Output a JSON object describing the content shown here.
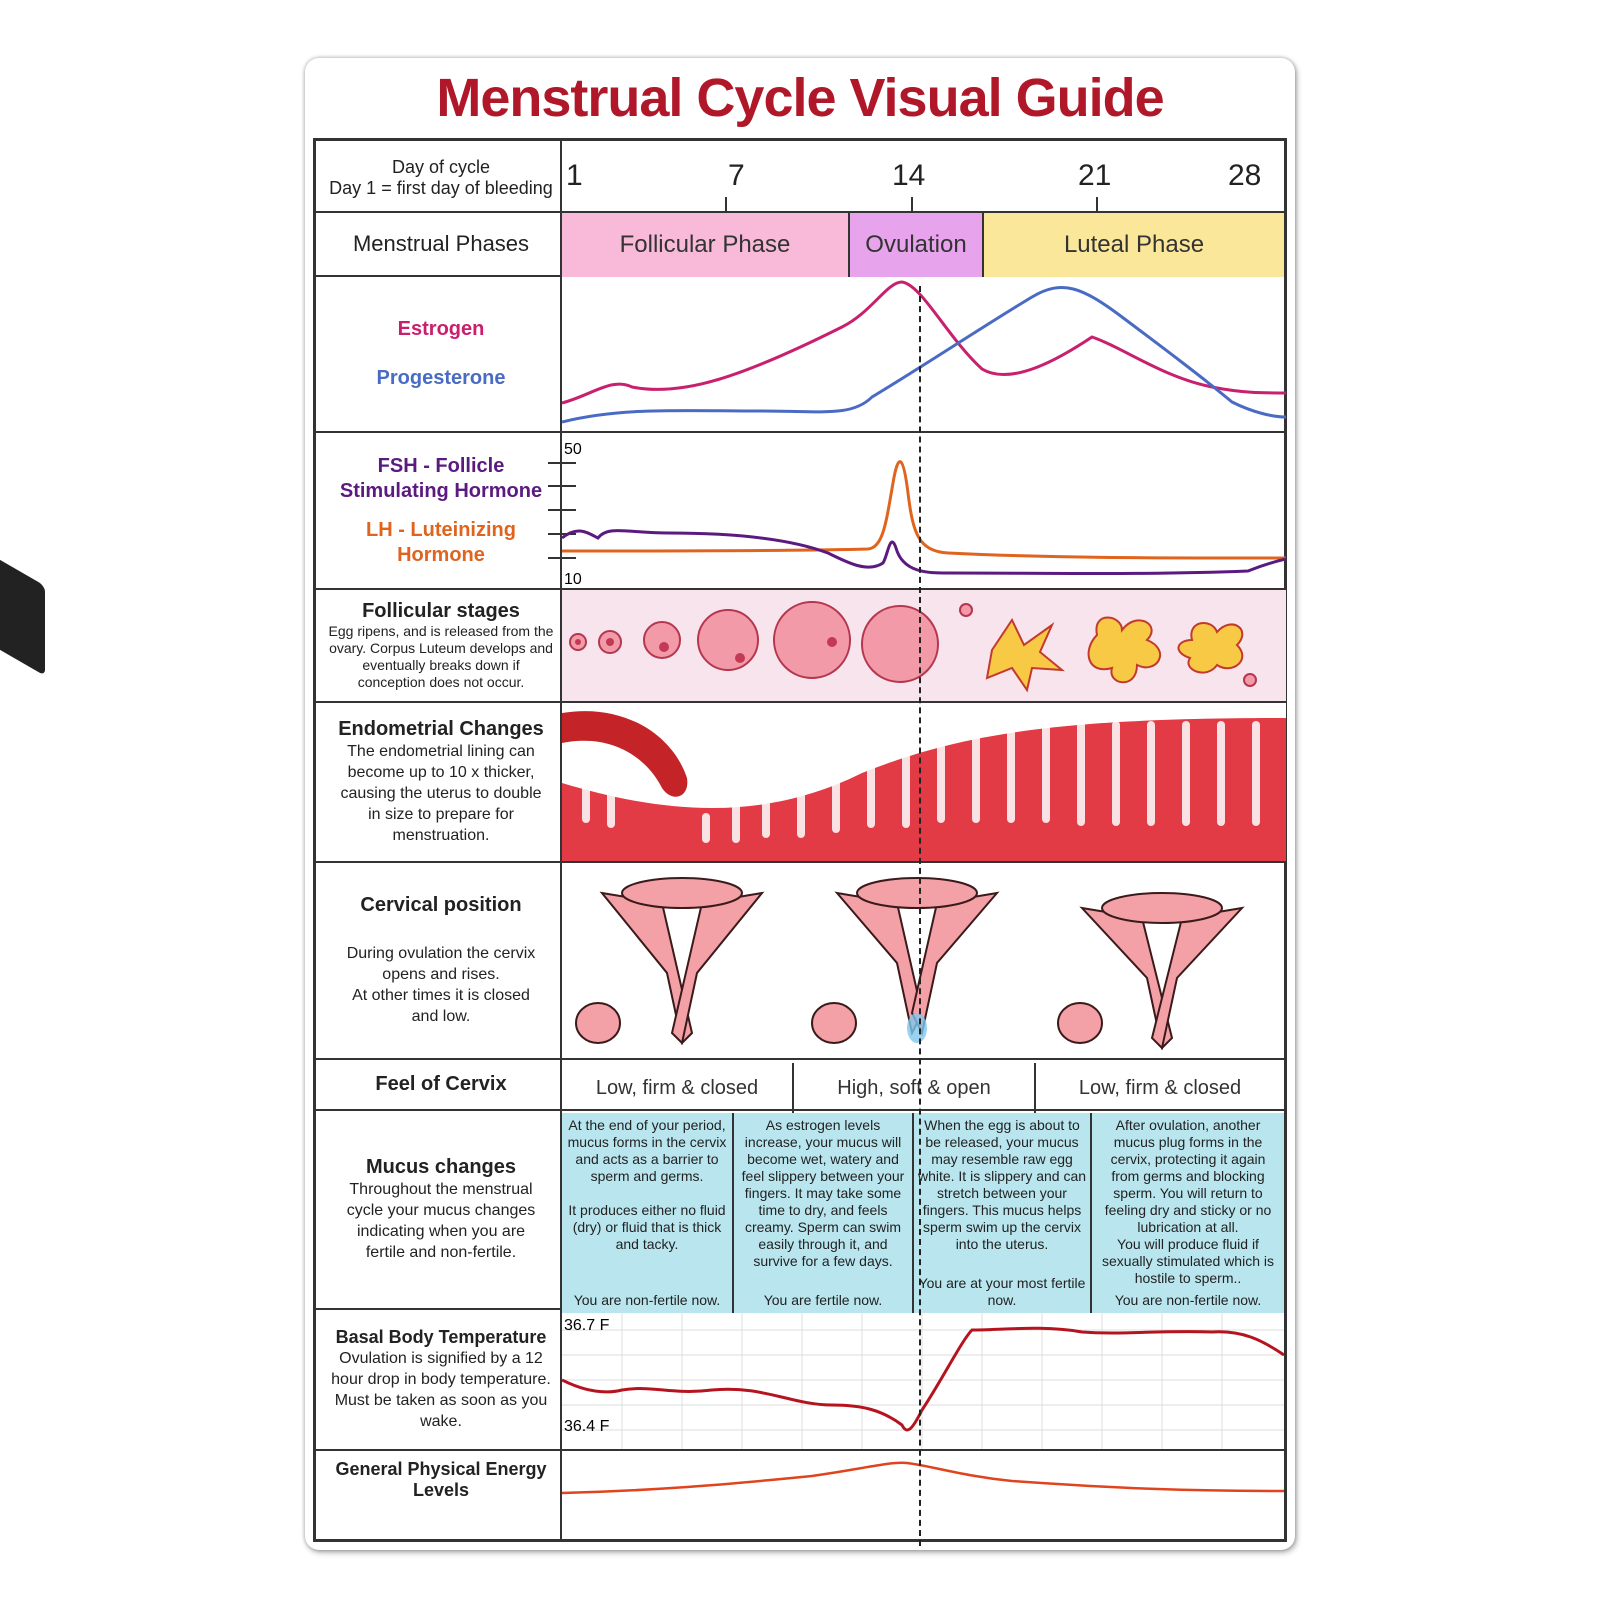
{
  "title": "Menstrual Cycle Visual Guide",
  "day_of_cycle": {
    "label": "Day of cycle",
    "sublabel": "Day 1 = first day of bleeding",
    "ticks": [
      "1",
      "7",
      "14",
      "21",
      "28"
    ]
  },
  "phases": {
    "label": "Menstrual Phases",
    "items": [
      "Follicular Phase",
      "Ovulation",
      "Luteal Phase"
    ],
    "colors": [
      "#f9b9d8",
      "#e7a3ec",
      "#fbe79a"
    ]
  },
  "hormones_1": {
    "estrogen": "Estrogen",
    "progesterone": "Progesterone",
    "estrogen_color": "#c8206e",
    "progesterone_color": "#4a6bc4"
  },
  "hormones_2": {
    "fsh": "FSH - Follicle Stimulating Hormone",
    "lh": "LH - Luteinizing Hormone",
    "y_top": "50",
    "y_bottom": "10",
    "fsh_color": "#5a1a80",
    "lh_color": "#e0641e"
  },
  "follicular": {
    "title": "Follicular stages",
    "desc": "Egg ripens, and is released from the ovary. Corpus Luteum develops and eventually breaks down if conception does not occur."
  },
  "endometrial": {
    "title": "Endometrial Changes",
    "desc": "The endometrial lining can become up to 10 x thicker, causing the uterus to double in size to prepare for menstruation."
  },
  "cervical": {
    "title": "Cervical position",
    "desc1": "During ovulation the cervix opens and rises.",
    "desc2": "At other times it is closed and low."
  },
  "feel": {
    "label": "Feel of Cervix",
    "items": [
      "Low, firm & closed",
      "High, soft & open",
      "Low, firm & closed"
    ]
  },
  "mucus": {
    "title": "Mucus changes",
    "desc": "Throughout the menstrual cycle your mucus changes indicating when you are fertile and non-fertile.",
    "cols": [
      {
        "text": "At the end of your period, mucus forms in the cervix and acts as a barrier to sperm and germs.",
        "text2": "It produces either no fluid (dry) or fluid that is thick and tacky.",
        "status": "You are non-fertile now."
      },
      {
        "text": "As estrogen levels increase, your mucus will become wet, watery and feel slippery between your fingers. It may take some time to dry, and feels creamy. Sperm can swim easily through it, and survive for a few days.",
        "text2": "",
        "status": "You are fertile now."
      },
      {
        "text": "When the egg is about to be released, your mucus may resemble raw egg white. It is slippery and can stretch between your fingers. This mucus helps sperm swim up the cervix into the uterus.",
        "text2": "",
        "status": "You are at your most fertile now."
      },
      {
        "text": "After ovulation, another mucus plug forms in the cervix, protecting it again from germs and blocking sperm. You will return to feeling dry and sticky or no lubrication at all.",
        "text2": "You will produce fluid if sexually stimulated which is hostile to sperm..",
        "status": "You are non-fertile now."
      }
    ]
  },
  "bbt": {
    "title": "Basal Body Temperature",
    "desc": "Ovulation is signified by a 12 hour drop in body temperature. Must be taken as soon as you wake.",
    "y_top": "36.7 F",
    "y_bottom": "36.4 F",
    "color": "#b5141f"
  },
  "energy": {
    "title": "General Physical Energy Levels",
    "color": "#e0441e"
  }
}
